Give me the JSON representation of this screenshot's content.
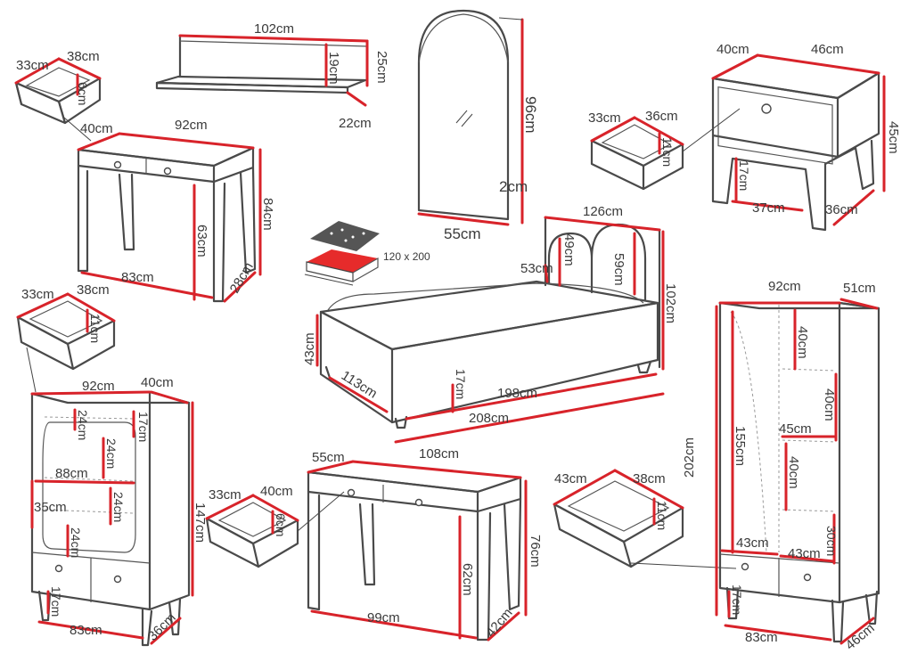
{
  "mattress_label": "120 x 200",
  "drawer_tl": {
    "w": "33cm",
    "d": "38cm",
    "h": "6cm"
  },
  "shelf": {
    "w": "102cm",
    "h": "25cm",
    "inner": "19cm",
    "d": "22cm"
  },
  "mirror": {
    "h": "96cm",
    "w": "55cm",
    "t": "2cm"
  },
  "nightstand_drawer": {
    "w": "33cm",
    "d": "36cm",
    "h": "11cm"
  },
  "nightstand": {
    "d": "40cm",
    "w": "46cm",
    "h": "45cm",
    "leg": "17cm",
    "inner_w": "37cm",
    "depth": "36cm"
  },
  "desk_top": {
    "d": "40cm",
    "w": "92cm",
    "h": "84cm",
    "leg": "63cm",
    "inner_w": "83cm",
    "depth": "28cm"
  },
  "bed": {
    "w": "126cm",
    "hb_inner_h": "49cm",
    "hb_w": "53cm",
    "hb_h": "59cm",
    "h": "102cm",
    "side": "43cm",
    "width": "113cm",
    "clear": "17cm",
    "inner_l": "198cm",
    "l": "208cm"
  },
  "dresser_drawer": {
    "w": "33cm",
    "d": "38cm",
    "h": "11cm"
  },
  "dresser": {
    "w": "92cm",
    "d": "40cm",
    "s1": "24cm",
    "top": "17cm",
    "s2": "24cm",
    "inner_w": "88cm",
    "s3": "24cm",
    "side": "35cm",
    "s4": "24cm",
    "h": "147cm",
    "leg": "17cm",
    "base_w": "83cm",
    "depth": "36cm"
  },
  "desk_mid_drawer": {
    "w": "33cm",
    "d": "40cm",
    "h": "6cm"
  },
  "desk_mid": {
    "d": "55cm",
    "w": "108cm",
    "h": "76cm",
    "leg": "62cm",
    "inner_w": "99cm",
    "depth": "42cm"
  },
  "wardrobe_drawer": {
    "w": "43cm",
    "d": "38cm",
    "h": "11cm"
  },
  "wardrobe": {
    "w": "92cm",
    "d": "51cm",
    "h": "202cm",
    "inner_h": "155cm",
    "s1": "40cm",
    "s2": "40cm",
    "shelf_w": "45cm",
    "s3": "40cm",
    "dr1": "43cm",
    "dr2": "43cm",
    "dh": "30cm",
    "leg": "17cm",
    "base_w": "83cm",
    "depth": "46cm"
  }
}
